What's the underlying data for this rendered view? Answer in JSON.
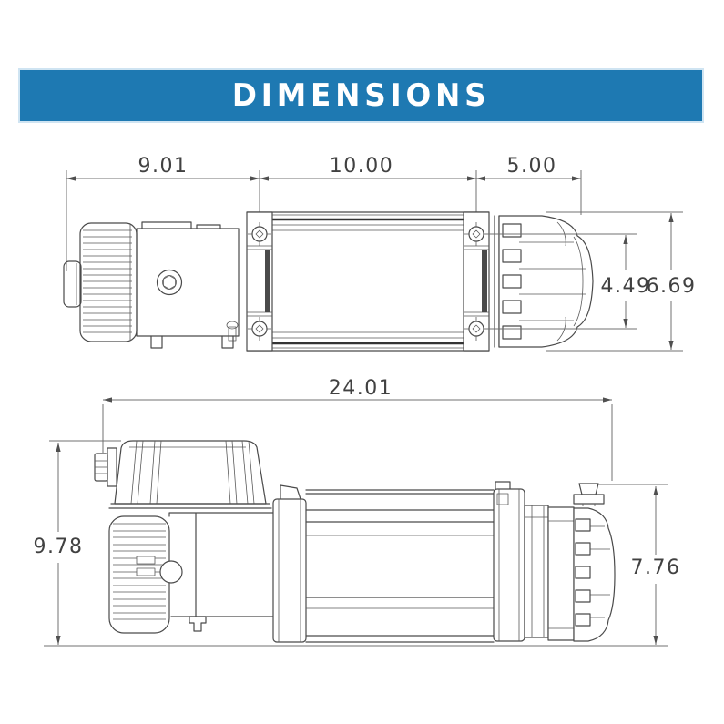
{
  "banner": {
    "title": "DIMENSIONS",
    "background_color": "#1e79b2",
    "text_color": "#ffffff"
  },
  "drawing": {
    "line_color": "#4a4a4a",
    "dimension_text_color": "#414141",
    "top_view": {
      "horizontal_dimensions": [
        "9.01",
        "10.00",
        "5.00"
      ],
      "vertical_dimensions": [
        "4.49",
        "6.69"
      ]
    },
    "side_view": {
      "horizontal_dimensions": [
        "24.01"
      ],
      "vertical_dimensions": [
        "9.78",
        "7.76"
      ]
    }
  }
}
